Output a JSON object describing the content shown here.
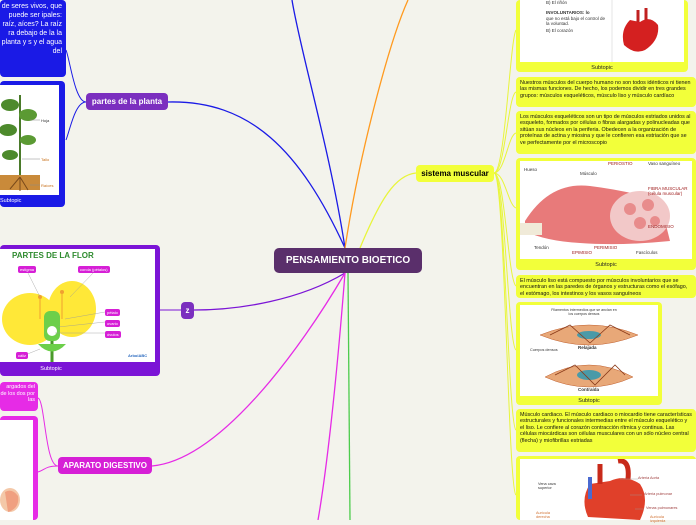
{
  "central": {
    "title": "PENSAMIENTO BIOETICO"
  },
  "left": {
    "plant_note": "de seres vivos, que puede ser ipales: raíz, aíces? La raíz ra debajo de la la planta y s y el agua del",
    "plant_topic": "partes de la planta",
    "plant_image_labels": {
      "leaf": "Hoja",
      "stem": "Tallo",
      "roots": "Raíces"
    },
    "plant_caption": "Subtopic",
    "flower_topic": "z",
    "flower_image": {
      "title": "PARTES DE LA FLOR",
      "labels": [
        "pistilo",
        "corola (pétalos)",
        "pétalo",
        "ovario",
        "óvulos",
        "cáliz"
      ],
      "stamen_label": "estigma",
      "brand": "ArbolABC"
    },
    "flower_caption": "Subtopic",
    "digestive_topic": "APARATO DIGESTIVO",
    "digestive_note": "argados del de los dos por las"
  },
  "right": {
    "top_image_text": {
      "line1": "B) El riñón",
      "line2": "INVOLUNTARIOS: lo",
      "line3": "que no está bajo el control de la voluntad.",
      "line4": "B) El corazón"
    },
    "top_caption": "Subtopic",
    "muscle_topic": "sistema muscular",
    "note1": "Nuestros músculos del cuerpo humano no son todos idénticos ni tienen las mismas funciones. De hecho, los podemos dividir en tres grandes grupos: músculos esqueléticos, músculo liso y músculo cardíaco",
    "note2": "Los músculos esqueléticos son un tipo de músculos estriados unidos al esqueleto, formados por células o fibras alargadas y polinucleadas que sitúan sus núcleos en la periferia. Obedecen a la organización de proteínas de actina y miosina y que le confieren esa estriación que se ve perfectamente por el microscopio",
    "skeletal_image": {
      "labels": [
        "PERIOSTIO",
        "Vaso sanguíneo",
        "Hueso",
        "Músculo",
        "FIBRA MUSCULAR (célula muscular)",
        "ENDOMISIO",
        "Tendón",
        "EPIMISIO",
        "PERIMISIO",
        "Fascículos"
      ]
    },
    "skeletal_caption": "Subtopic",
    "note3": "El músculo liso está compuesto por músculos involuntarios que se encuentran en las paredes de órganos y estructuras como el esófago, el estómago, los intestinos y los vasos sanguíneos",
    "smooth_image": {
      "labels": [
        "Filamentos intermedios que se anclan en los cuerpos densos",
        "Cuerpos densos",
        "Relajada",
        "Contraída"
      ]
    },
    "smooth_caption": "Subtopic",
    "note4": "Músculo cardiaco. El músculo cardiaco o miocardio tiene características estructurales y funcionales intermedias entre el músculo esquelético y el liso. Le confiere al corazón contracción rítmica y continua. Las células miocárdicas son células musculares con un sólo núcleo central (flecha) y miofibrillas estriadas",
    "heart_image": {
      "labels": [
        "Arteria Aorta",
        "Vena cava superior",
        "Arteria pulmonar",
        "Venas pulmonares",
        "Aurícula derecha",
        "Aurícula izquierda"
      ]
    }
  },
  "colors": {
    "central": "#5a2f6b",
    "purple": "#7b14d6",
    "blue": "#1a1ae6",
    "magenta": "#e62be6",
    "yellow": "#f2ff3a",
    "orange": "#ff9a1f"
  }
}
